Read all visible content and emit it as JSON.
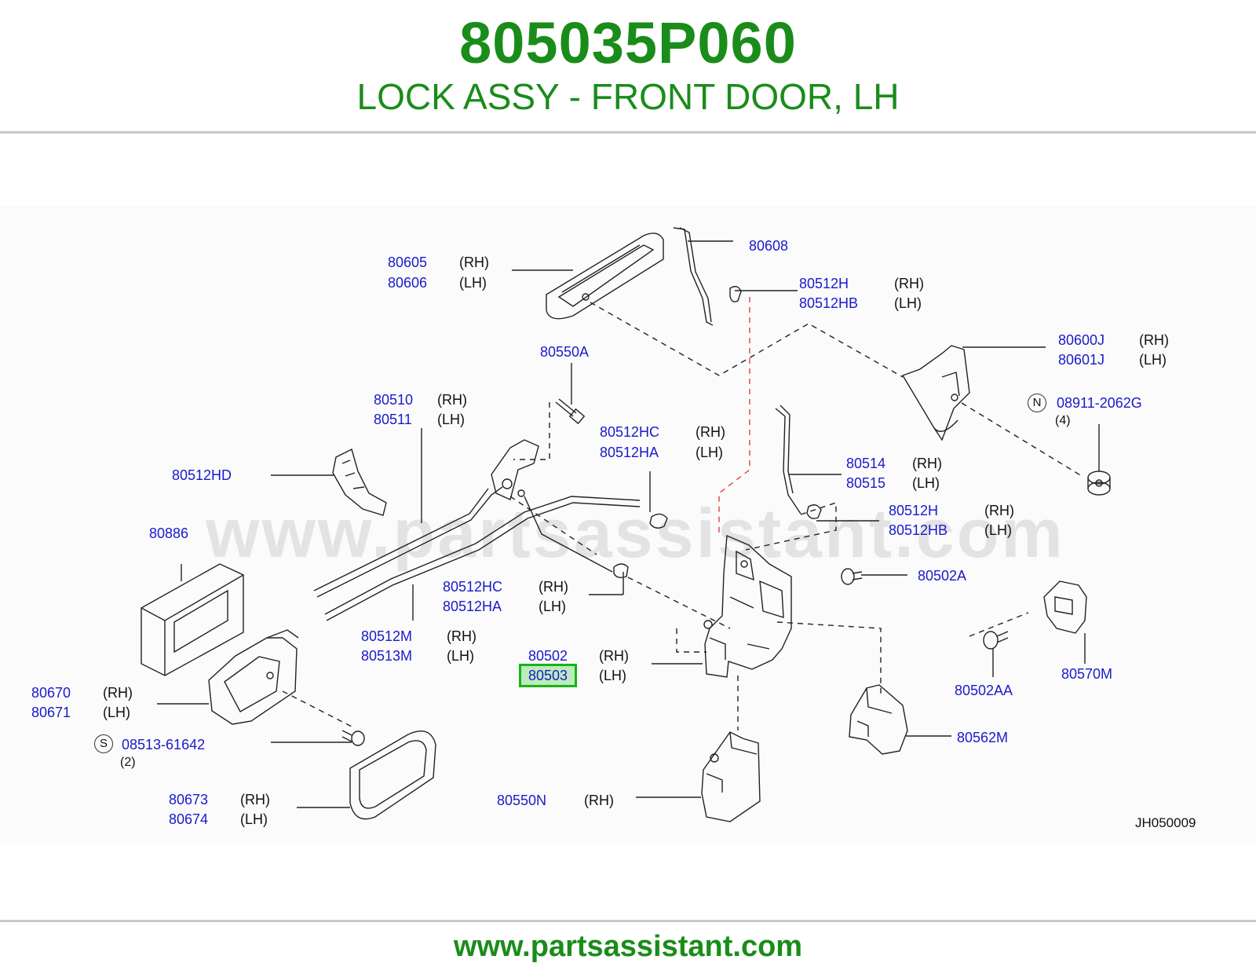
{
  "header": {
    "part_number": "805035P060",
    "description": "LOCK ASSY - FRONT DOOR, LH"
  },
  "watermark": "www.partsassistant.com",
  "labels": {
    "p80608": "80608",
    "p80605": "80605",
    "p80605_side": "(RH)",
    "p80606": "80606",
    "p80606_side": "(LH)",
    "p80512h_a": "80512H",
    "p80512h_a_side": "(RH)",
    "p80512hb_a": "80512HB",
    "p80512hb_a_side": "(LH)",
    "p80600j": "80600J",
    "p80600j_side": "(RH)",
    "p80601j": "80601J",
    "p80601j_side": "(LH)",
    "p80550a": "80550A",
    "p08911": "08911-2062G",
    "p08911_qty": "(4)",
    "p08911_sym": "N",
    "p80510": "80510",
    "p80510_side": "(RH)",
    "p80511": "80511",
    "p80511_side": "(LH)",
    "p80512hc_a": "80512HC",
    "p80512hc_a_side": "(RH)",
    "p80512ha_a": "80512HA",
    "p80512ha_a_side": "(LH)",
    "p80512hd": "80512HD",
    "p80514": "80514",
    "p80514_side": "(RH)",
    "p80515": "80515",
    "p80515_side": "(LH)",
    "p80512h_b": "80512H",
    "p80512h_b_side": "(RH)",
    "p80512hb_b": "80512HB",
    "p80512hb_b_side": "(LH)",
    "p80886": "80886",
    "p80502a": "80502A",
    "p80512hc_b": "80512HC",
    "p80512hc_b_side": "(RH)",
    "p80512ha_b": "80512HA",
    "p80512ha_b_side": "(LH)",
    "p80512m": "80512M",
    "p80512m_side": "(RH)",
    "p80513m": "80513M",
    "p80513m_side": "(LH)",
    "p80502": "80502",
    "p80502_side": "(RH)",
    "p80503": "80503",
    "p80503_side": "(LH)",
    "p80570m": "80570M",
    "p80670": "80670",
    "p80670_side": "(RH)",
    "p80671": "80671",
    "p80671_side": "(LH)",
    "p80502aa": "80502AA",
    "p08513": "08513-61642",
    "p08513_qty": "(2)",
    "p08513_sym": "S",
    "p80562m": "80562M",
    "p80673": "80673",
    "p80673_side": "(RH)",
    "p80674": "80674",
    "p80674_side": "(LH)",
    "p80550n": "80550N",
    "p80550n_side": "(RH)",
    "drawing_code": "JH050009"
  },
  "highlighted_part": "80503",
  "footer": {
    "url": "www.partsassistant.com"
  },
  "colors": {
    "brand_green": "#1a8c1a",
    "part_blue": "#1a1acc",
    "highlight_border": "#18b318",
    "highlight_fill": "#bdebbd"
  }
}
